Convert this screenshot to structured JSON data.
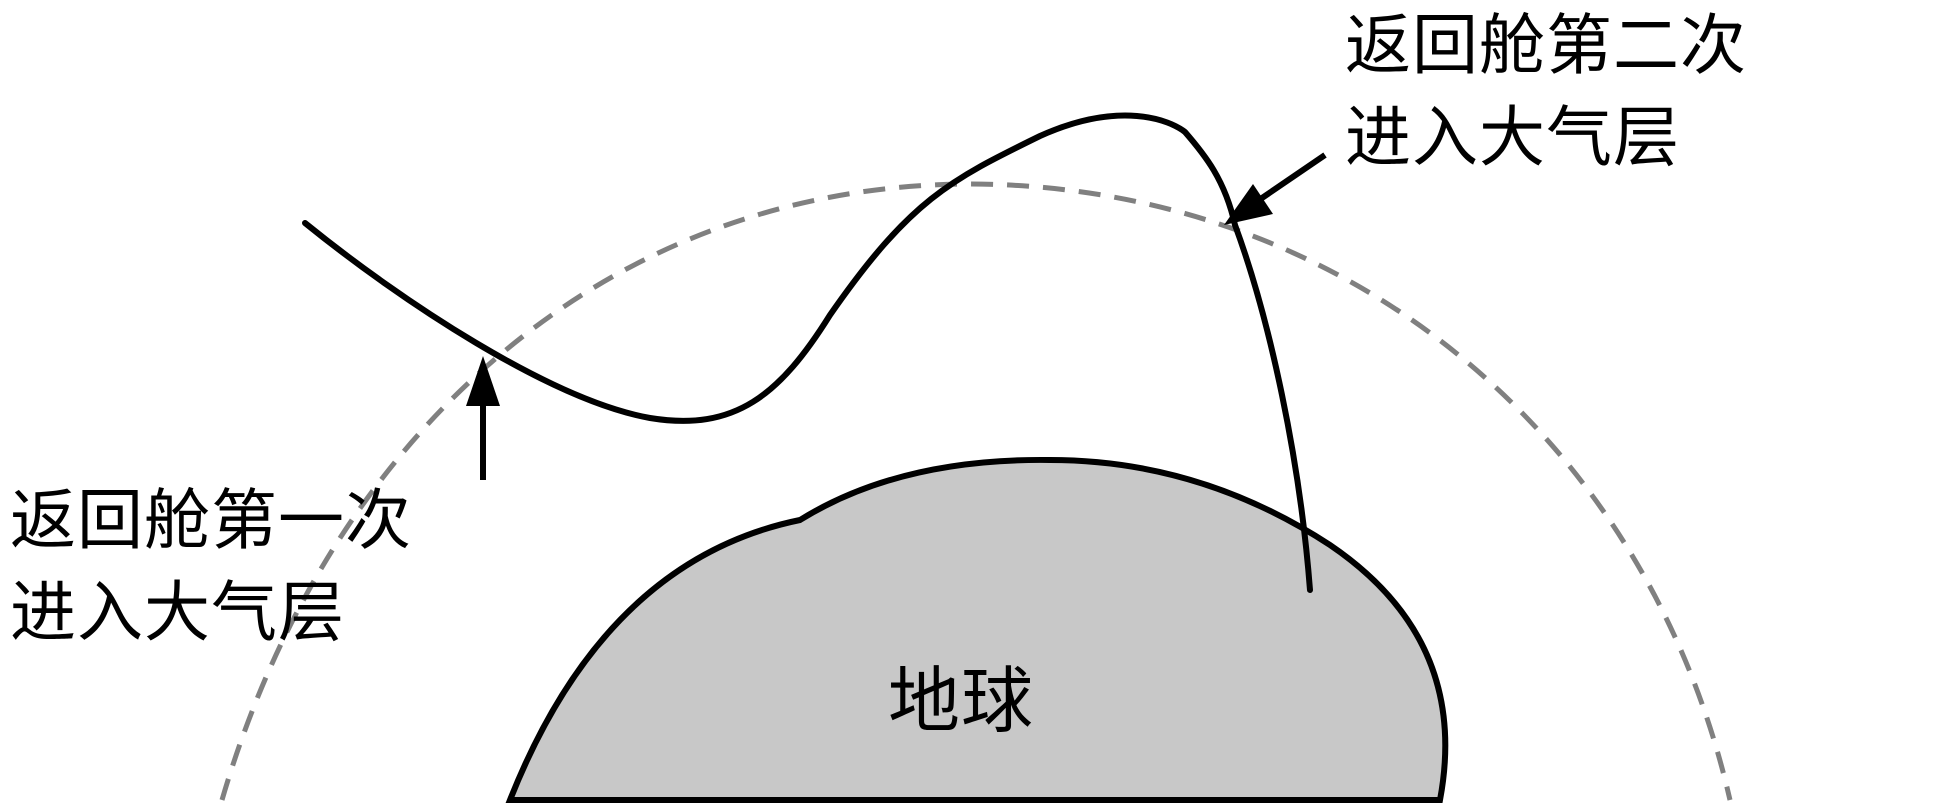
{
  "labels": {
    "first_entry": [
      "返回舱第一次",
      "进入大气层"
    ],
    "second_entry": [
      "返回舱第二次",
      "进入大气层"
    ],
    "earth": "地球"
  },
  "colors": {
    "earth_fill": "#c8c8c8",
    "earth_stroke": "#000000",
    "atmosphere_stroke": "#808080",
    "trajectory_stroke": "#000000",
    "arrow": "#000000",
    "text": "#000000"
  }
}
